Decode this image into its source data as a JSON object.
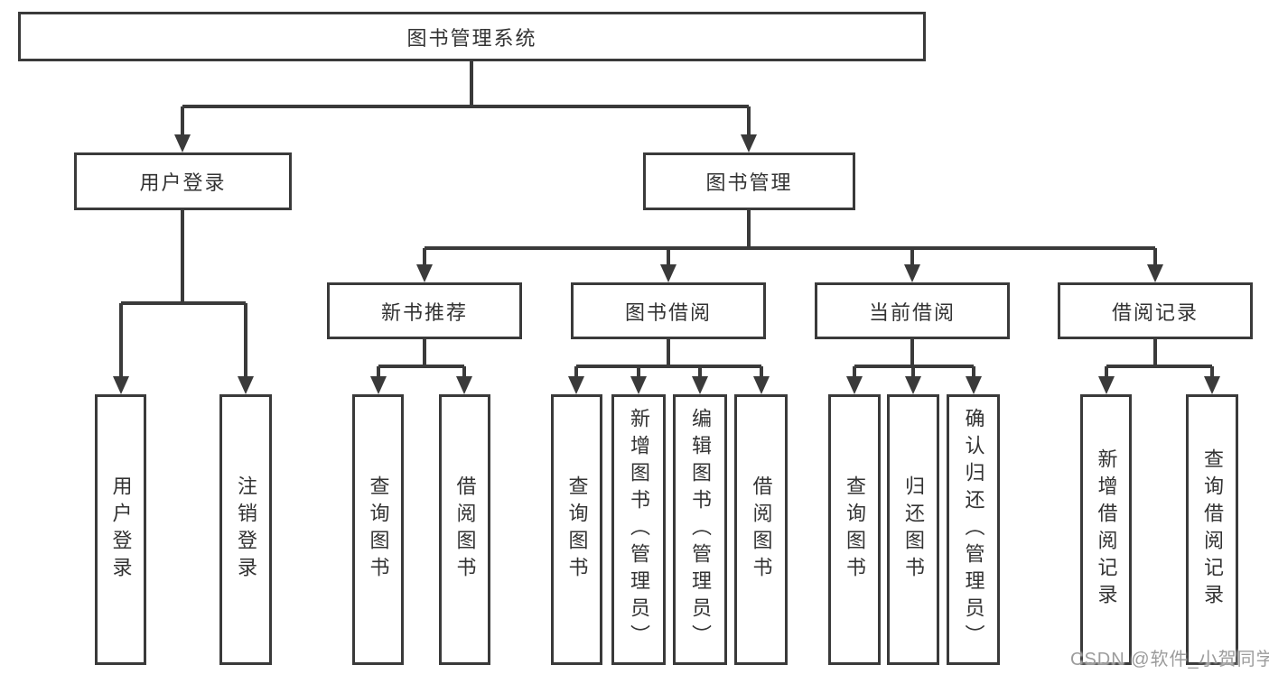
{
  "diagram": {
    "root": {
      "label": "图书管理系统"
    },
    "level2": [
      {
        "label": "用户登录",
        "children": [
          {
            "label": "用户登录"
          },
          {
            "label": "注销登录"
          }
        ]
      },
      {
        "label": "图书管理",
        "children": [
          {
            "label": "新书推荐",
            "children": [
              {
                "label": "查询图书"
              },
              {
                "label": "借阅图书"
              }
            ]
          },
          {
            "label": "图书借阅",
            "children": [
              {
                "label": "查询图书"
              },
              {
                "label": "新增图书（管理员）"
              },
              {
                "label": "编辑图书（管理员）"
              },
              {
                "label": "借阅图书"
              }
            ]
          },
          {
            "label": "当前借阅",
            "children": [
              {
                "label": "查询图书"
              },
              {
                "label": "归还图书"
              },
              {
                "label": "确认归还（管理员）"
              }
            ]
          },
          {
            "label": "借阅记录",
            "children": [
              {
                "label": "新增借阅记录"
              },
              {
                "label": "查询借阅记录"
              }
            ]
          }
        ]
      }
    ]
  },
  "watermark": {
    "text": "CSDN @软件_小贺同学"
  },
  "colors": {
    "line": "#3a3a3a",
    "box_border": "#3a3a3a",
    "text": "#333333",
    "watermark": "#9c9c9c",
    "background": "#ffffff"
  }
}
